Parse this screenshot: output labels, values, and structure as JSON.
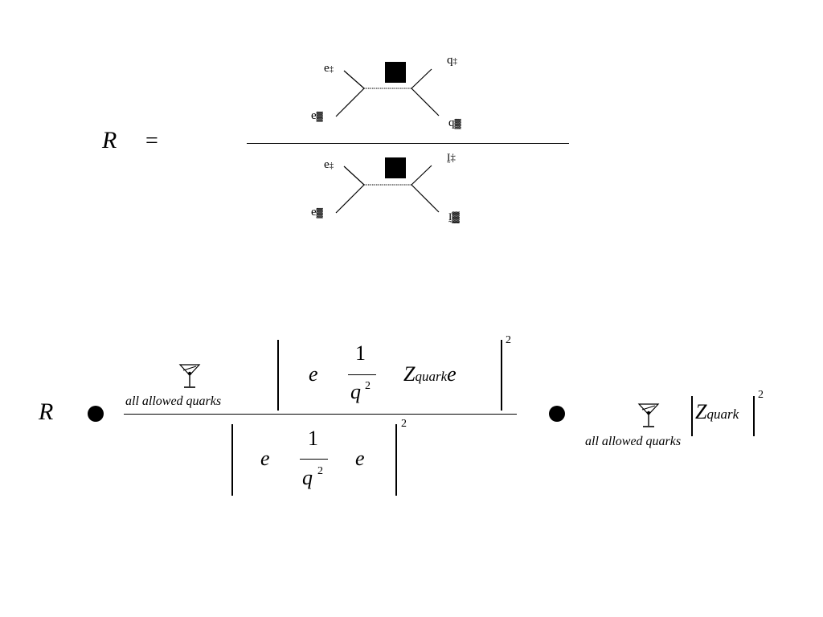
{
  "eq1": {
    "lhs": "R",
    "equals": "=",
    "numerator": {
      "e_top": "e",
      "e_bottom": "e",
      "q_top": "q",
      "q_bottom": "q"
    },
    "denominator": {
      "e_top": "e",
      "e_bottom": "e"
    }
  },
  "eq2": {
    "lhs": "R",
    "sum_label": "all allowed quarks",
    "num": {
      "e1": "e",
      "one": "1",
      "q": "q",
      "sq": "2",
      "z": "Z",
      "zsub": "quark",
      "e2": "e",
      "power": "2"
    },
    "den": {
      "e1": "e",
      "one": "1",
      "q": "q",
      "sq": "2",
      "e2": "e",
      "power": "2"
    },
    "rhs": {
      "sum_label": "all allowed quarks",
      "z": "Z",
      "zsub": "quark",
      "power": "2"
    }
  }
}
